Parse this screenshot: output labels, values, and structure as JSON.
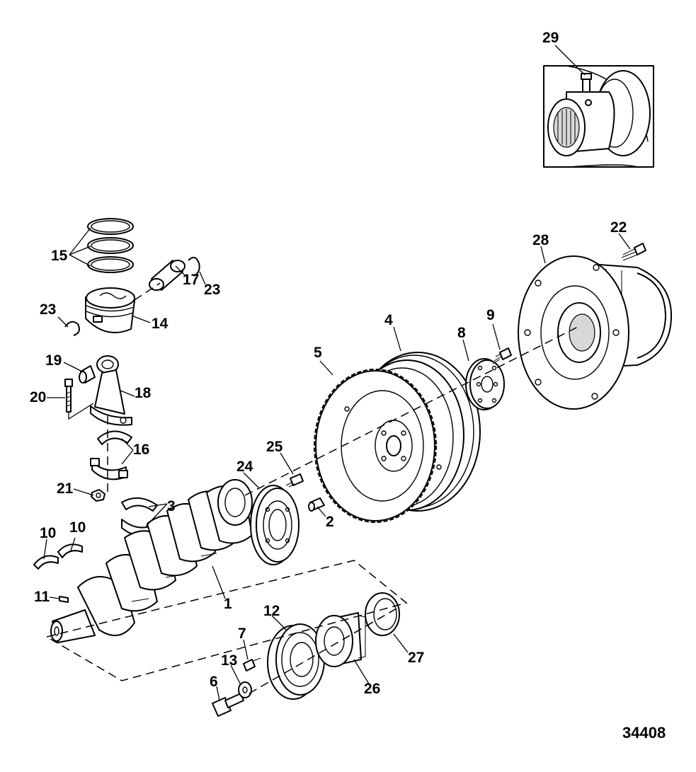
{
  "figure_number": "34408",
  "callouts": {
    "c1": "1",
    "c2": "2",
    "c3": "3",
    "c4": "4",
    "c5": "5",
    "c6": "6",
    "c7": "7",
    "c8": "8",
    "c9": "9",
    "c10a": "10",
    "c10b": "10",
    "c11": "11",
    "c12": "12",
    "c13": "13",
    "c14": "14",
    "c15": "15",
    "c16": "16",
    "c17": "17",
    "c18": "18",
    "c19": "19",
    "c20": "20",
    "c21": "21",
    "c22": "22",
    "c23a": "23",
    "c23b": "23",
    "c24": "24",
    "c25": "25",
    "c26": "26",
    "c27": "27",
    "c28": "28",
    "c29": "29"
  }
}
